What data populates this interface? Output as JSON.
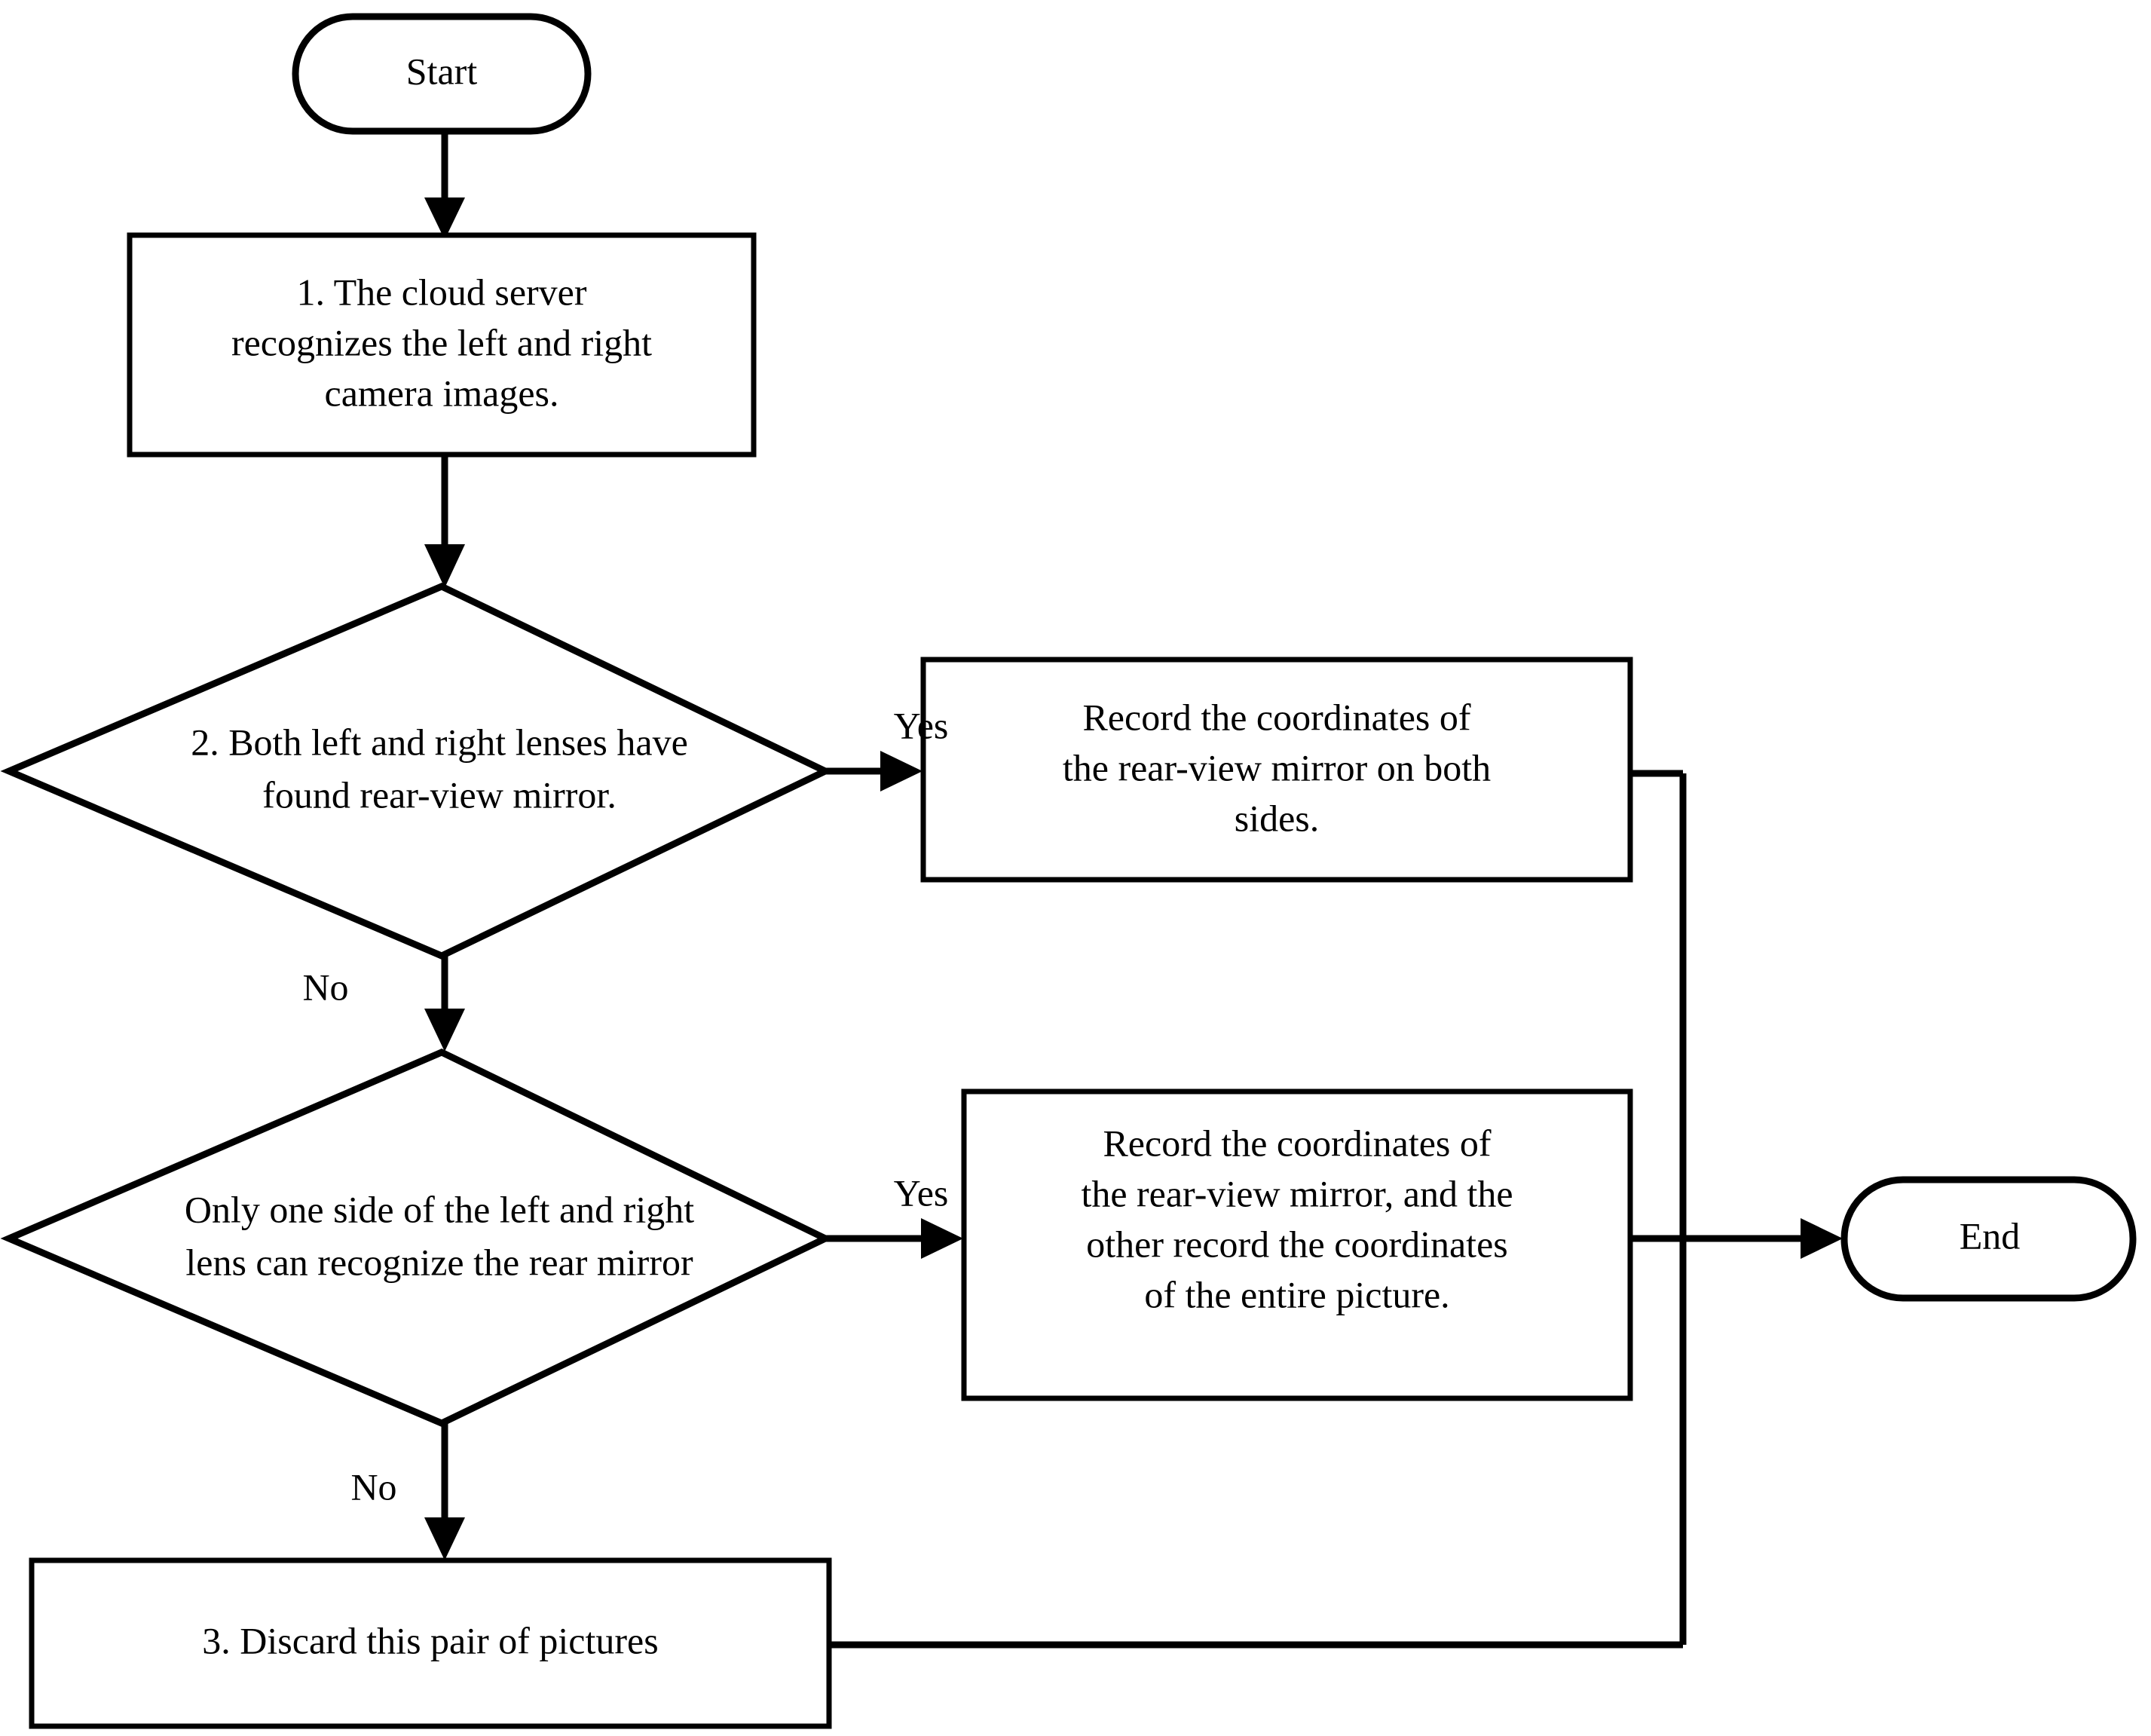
{
  "diagram": {
    "title": "Cloud server rear-view mirror recognition flowchart",
    "background_color": "#ffffff",
    "line_color": "#000000",
    "text_color": "#000000"
  },
  "nodes": {
    "start": {
      "label": "Start",
      "shape": "terminator"
    },
    "step1": {
      "label": "1. The cloud server recognizes the left and right camera images.",
      "lines": [
        "1. The cloud server",
        "recognizes the left and right",
        "camera images."
      ],
      "shape": "process"
    },
    "decision1": {
      "label": "2. Both left and right lenses have found rear-view mirror.",
      "lines": [
        "2. Both left and right lenses have",
        "found rear-view mirror."
      ],
      "shape": "decision"
    },
    "record_both": {
      "label": "Record the coordinates of the rear-view mirror on both sides.",
      "lines": [
        "Record the coordinates of",
        "the rear-view mirror on both",
        "sides."
      ],
      "shape": "process"
    },
    "decision2": {
      "label": "Only one side of the left and right lens can recognize the rear mirror",
      "lines": [
        "Only one side of the left and right",
        "lens can recognize the rear mirror"
      ],
      "shape": "decision"
    },
    "record_one": {
      "label": "Record the coordinates of the rear-view mirror, and the other record the coordinates of the entire picture.",
      "lines": [
        "Record the coordinates of",
        "the rear-view mirror, and the",
        "other record the coordinates",
        "of the entire picture."
      ],
      "shape": "process"
    },
    "discard": {
      "label": "3. Discard this pair of pictures",
      "lines": [
        "3. Discard this pair of pictures"
      ],
      "shape": "process"
    },
    "end": {
      "label": "End",
      "shape": "terminator"
    }
  },
  "edge_labels": {
    "yes_top": "Yes",
    "no_top": "No",
    "yes_bottom": "Yes",
    "no_bottom": "No"
  },
  "edges": [
    {
      "from": "start",
      "to": "step1",
      "label": ""
    },
    {
      "from": "step1",
      "to": "decision1",
      "label": ""
    },
    {
      "from": "decision1",
      "to": "record_both",
      "label": "Yes"
    },
    {
      "from": "decision1",
      "to": "decision2",
      "label": "No"
    },
    {
      "from": "decision2",
      "to": "record_one",
      "label": "Yes"
    },
    {
      "from": "decision2",
      "to": "discard",
      "label": "No"
    },
    {
      "from": "record_both",
      "to": "end",
      "label": ""
    },
    {
      "from": "record_one",
      "to": "end",
      "label": ""
    },
    {
      "from": "discard",
      "to": "end",
      "label": ""
    }
  ]
}
